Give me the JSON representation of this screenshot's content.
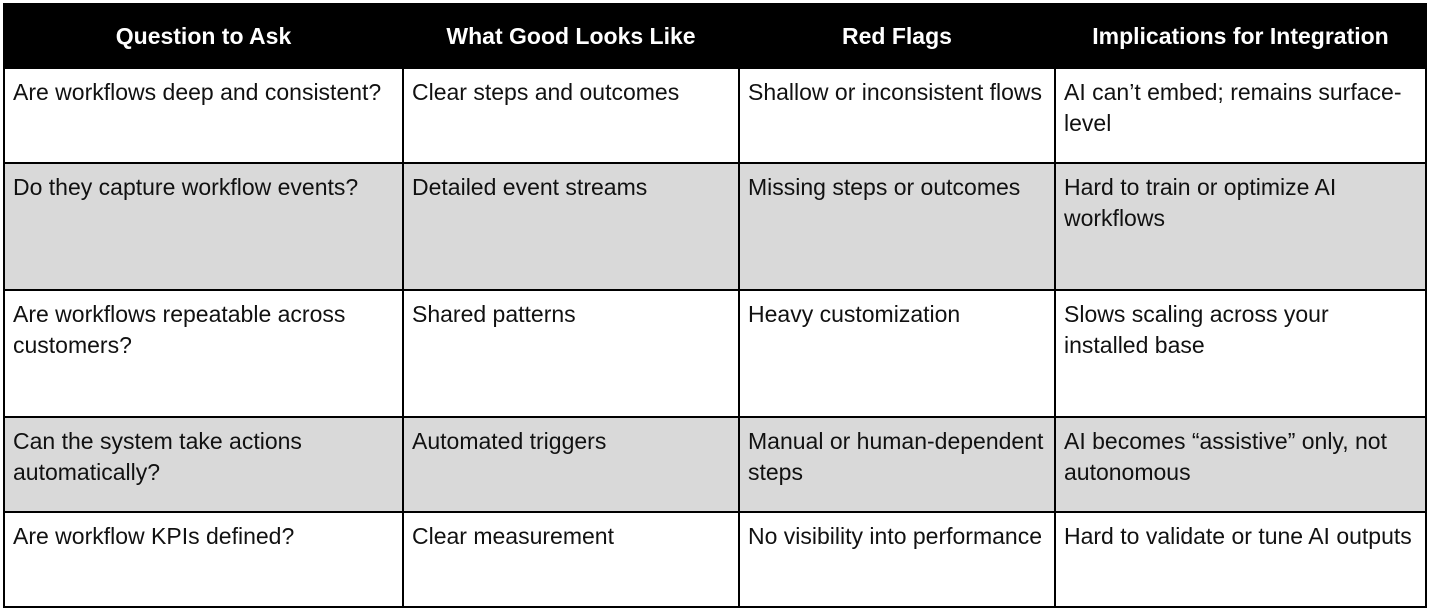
{
  "table": {
    "headers": [
      "Question to Ask",
      "What Good Looks Like",
      "Red Flags",
      "Implications for Integration"
    ],
    "rows": [
      [
        "Are workflows deep and consistent?",
        "Clear steps and outcomes",
        "Shallow or inconsistent flows",
        "AI can’t embed; remains surface-level"
      ],
      [
        "Do they capture workflow events?",
        "Detailed event streams",
        "Missing steps or outcomes",
        "Hard to train or optimize AI workflows"
      ],
      [
        "Are workflows repeatable across customers?",
        "Shared patterns",
        "Heavy customization",
        "Slows scaling across your installed base"
      ],
      [
        "Can the system take actions automatically?",
        "Automated triggers",
        "Manual or human-dependent steps",
        "AI becomes “assistive” only, not autonomous"
      ],
      [
        "Are workflow KPIs defined?",
        "Clear measurement",
        "No visibility into performance",
        "Hard to validate or tune AI outputs"
      ]
    ]
  },
  "colors": {
    "header_background": "#000000",
    "header_text": "#ffffff",
    "shaded_row": "#d9d9d9"
  }
}
